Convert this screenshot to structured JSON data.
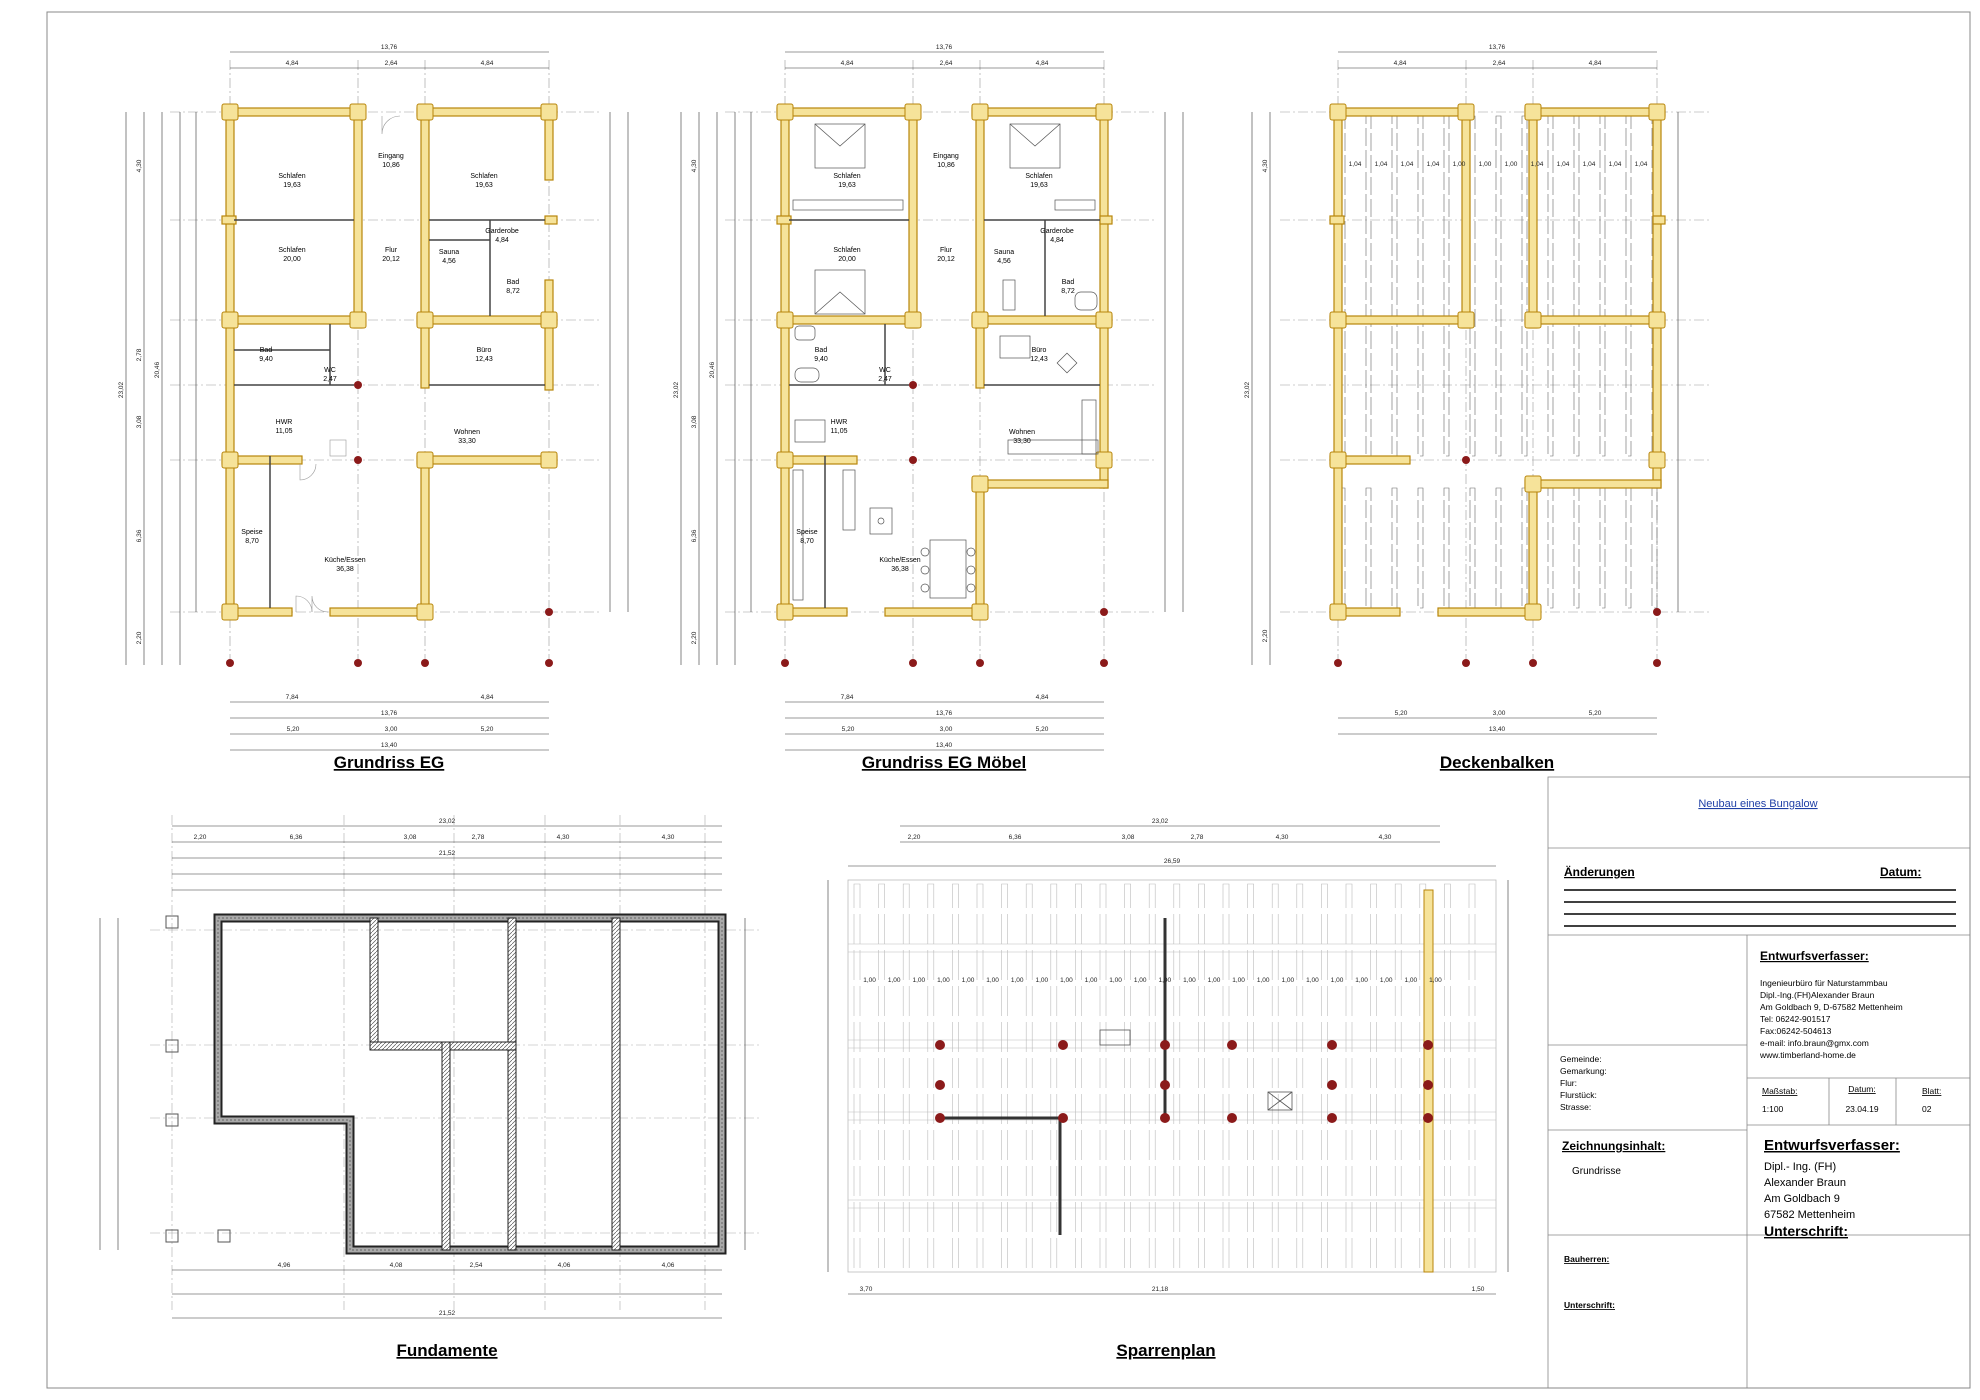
{
  "plans": {
    "eg": {
      "title": "Grundriss EG",
      "rooms": [
        {
          "name": "Schlafen",
          "area": "19,63"
        },
        {
          "name": "Eingang",
          "area": "10,86"
        },
        {
          "name": "Schlafen",
          "area": "19,63"
        },
        {
          "name": "Schlafen",
          "area": "20,00"
        },
        {
          "name": "Flur",
          "area": "20,12"
        },
        {
          "name": "Garderobe",
          "area": "4,84"
        },
        {
          "name": "Sauna",
          "area": "4,56"
        },
        {
          "name": "Bad",
          "area": "8,72"
        },
        {
          "name": "Bad",
          "area": "9,40"
        },
        {
          "name": "Büro",
          "area": "12,43"
        },
        {
          "name": "WC",
          "area": "2,47"
        },
        {
          "name": "HWR",
          "area": "11,05"
        },
        {
          "name": "Wohnen",
          "area": "33,30"
        },
        {
          "name": "Speise",
          "area": "8,70"
        },
        {
          "name": "Küche/Essen",
          "area": "36,38"
        }
      ],
      "dims_top": [
        "13,76",
        "4,84",
        "2,64",
        "4,84"
      ],
      "dims_bottom": [
        "7,84",
        "13,76",
        "4,84",
        "5,20",
        "3,00",
        "5,20",
        "13,40"
      ],
      "dims_left": [
        "23,02",
        "20,46",
        "4,30",
        "2,78",
        "3,08",
        "6,36",
        "2,20"
      ]
    },
    "moebel": {
      "title": "Grundriss EG Möbel"
    },
    "decken": {
      "title": "Deckenbalken",
      "beam_spacing": [
        "1,04",
        "1,04",
        "1,04",
        "1,04",
        "1,00",
        "1,00",
        "1,00",
        "1,04",
        "1,04",
        "1,04",
        "1,04",
        "1,04"
      ],
      "dims_bottom": [
        "5,20",
        "3,00",
        "5,20",
        "13,40"
      ]
    },
    "fundamente": {
      "title": "Fundamente",
      "dims_top": [
        "23,02",
        "2,20",
        "6,36",
        "3,08",
        "2,78",
        "4,30",
        "4,30",
        "21,52"
      ],
      "dims_bottom": [
        "4,96",
        "4,08",
        "2,54",
        "4,06",
        "4,06",
        "21,52"
      ]
    },
    "sparren": {
      "title": "Sparrenplan",
      "dims_top": [
        "23,02",
        "2,20",
        "6,36",
        "3,08",
        "2,78",
        "4,30",
        "4,30",
        "26,59"
      ],
      "dims_bottom": [
        "3,70",
        "21,18",
        "1,50"
      ]
    }
  },
  "titleblock": {
    "project": "Neubau eines Bungalow",
    "changes_label": "Änderungen",
    "date_label": "Datum:",
    "designer_heading": "Entwurfsverfasser:",
    "designer_lines": [
      "Ingenieurbüro für Naturstammbau",
      "Dipl.-Ing.(FH)Alexander Braun",
      "Am Goldbach 9, D-67582 Mettenheim",
      "Tel: 06242-901517",
      "Fax:06242-504613",
      "e-mail: info.braun@gmx.com",
      "www.timberland-home.de"
    ],
    "site_fields": [
      "Gemeinde:",
      "Gemarkung:",
      "Flur:",
      "Flurstück:",
      "Strasse:"
    ],
    "scale_label": "Maßstab:",
    "scale_value": "1:100",
    "date_head": "Datum:",
    "date_value": "23.04.19",
    "sheet_label": "Blatt:",
    "sheet_value": "02",
    "content_label": "Zeichnungsinhalt:",
    "content_value": "Grundrisse",
    "signer_heading": "Entwurfsverfasser:",
    "signer_lines": [
      "Dipl.- Ing. (FH)",
      "Alexander Braun",
      "Am Goldbach 9",
      "67582 Mettenheim"
    ],
    "signature_label": "Unterschrift:",
    "client_label": "Bauherren:",
    "client_signature_label": "Unterschrift:"
  },
  "colors": {
    "wall_fill": "#f6e39a",
    "wall_stroke": "#b8860b",
    "column": "#8b1a1a",
    "link": "#1f3fa6"
  }
}
